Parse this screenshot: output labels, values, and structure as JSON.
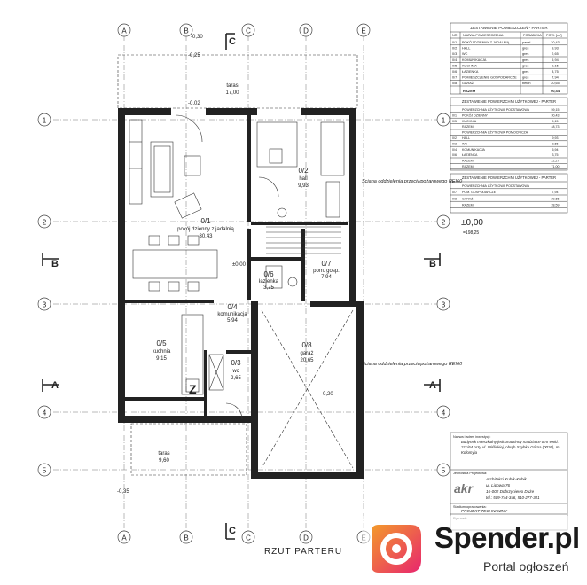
{
  "drawing": {
    "title": "RZUT PARTERU",
    "axes_letters": [
      "A",
      "B",
      "C",
      "D",
      "E"
    ],
    "axes_numbers": [
      "1",
      "2",
      "3",
      "4",
      "5"
    ],
    "section_marks": [
      "A",
      "B",
      "C"
    ],
    "rooms": [
      {
        "id": "0/1",
        "name": "pokój dzienny z jadalnią",
        "area": "30,43"
      },
      {
        "id": "0/2",
        "name": "hall",
        "area": "9,93"
      },
      {
        "id": "0/3",
        "name": "wc",
        "area": "2,65"
      },
      {
        "id": "0/4",
        "name": "komunikacja",
        "area": "5,94"
      },
      {
        "id": "0/5",
        "name": "kuchnia",
        "area": "9,15"
      },
      {
        "id": "0/6",
        "name": "łazienka",
        "area": "3,75"
      },
      {
        "id": "0/7",
        "name": "pom. gosp.",
        "area": "7,94"
      },
      {
        "id": "0/8",
        "name": "garaż",
        "area": "20,65"
      },
      {
        "id": "",
        "name": "taras",
        "area": "17,00"
      },
      {
        "id": "",
        "name": "taras",
        "area": "9,60"
      }
    ],
    "wall_notes": [
      "Ściana oddzielenia przeciwpożarowego REI60",
      "Ściana oddzielenia przeciwpożarowego REI60"
    ],
    "level_marks": [
      "-0,30",
      "-0,25",
      "±0,00",
      "-0,02",
      "-0,20",
      "-0,35"
    ],
    "level_main": "±0,00",
    "level_abs": "=198,25"
  },
  "room_table": {
    "title": "ZESTAWIENIE POMIESZCZEŃ - PARTER",
    "headers": [
      "NR",
      "NAZWA POMIESZCZENIA",
      "POSADZKA",
      "POW. [m²]"
    ],
    "rows": [
      [
        "0/1",
        "POKÓJ DZIENNY Z JADALNIĄ",
        "panel",
        "30,43"
      ],
      [
        "0/2",
        "HALL",
        "gres",
        "9,93"
      ],
      [
        "0/3",
        "WC",
        "gres",
        "2,65"
      ],
      [
        "0/4",
        "KOMUNIKACJA",
        "gres",
        "5,94"
      ],
      [
        "0/5",
        "KUCHNIA",
        "gres",
        "9,15"
      ],
      [
        "0/6",
        "ŁAZIENKA",
        "gres",
        "3,75"
      ],
      [
        "0/7",
        "POMIESZCZENIE GOSPODARCZE",
        "gres",
        "7,94"
      ],
      [
        "0/8",
        "GARAŻ",
        "beton",
        "20,65"
      ]
    ],
    "total_label": "RAZEM",
    "total": "90,44",
    "sub_title": "ZESTAWIENIE POWIERZCHNI UŻYTKOWEJ - PARTER",
    "sub_rows": [
      [
        "",
        "POWIERZCHNIA UŻYTKOWA PODSTAWOWA",
        "",
        "59,15"
      ],
      [
        "0/1",
        "POKÓJ DZIENNY",
        "",
        "30,43"
      ],
      [
        "0/5",
        "KUCHNIA",
        "",
        "9,15"
      ],
      [
        "",
        "RAZEM",
        "",
        "48,73"
      ],
      [
        "",
        "POWIERZCHNIA UŻYTKOWA POMOCNICZA",
        "",
        ""
      ],
      [
        "0/2",
        "HALL",
        "",
        "9,93"
      ],
      [
        "0/3",
        "WC",
        "",
        "2,65"
      ],
      [
        "0/4",
        "KOMUNIKACJA",
        "",
        "5,94"
      ],
      [
        "0/6",
        "ŁAZIENKA",
        "",
        "3,75"
      ],
      [
        "",
        "RAZEM",
        "",
        "22,27"
      ],
      [
        "",
        "RAZEM",
        "",
        "71,00"
      ]
    ],
    "sub2_title": "ZESTAWIENIE POWIERZCHNI UŻYTKOWEJ - PARTER",
    "sub2_rows": [
      [
        "",
        "POWIERZCHNIA UŻYTKOWA PODSTAWOWA",
        "",
        ""
      ],
      [
        "0/7",
        "POM. GOSPODARCZE",
        "",
        "7,94"
      ],
      [
        "0/8",
        "GARAŻ",
        "",
        "20,65"
      ],
      [
        "",
        "RAZEM",
        "",
        "28,59"
      ]
    ]
  },
  "title_block": {
    "label_name": "Nazwa i adres inwestycji:",
    "project_desc": "Budynek mieszkalny jednorodzinny na działce o nr ewid. 211/64 przy ul. Wiślickiej, obręb Szybka Górna (0026), m. Kołomyja",
    "label_designer": "Jednostka Projektowa:",
    "firm": "Architekci Kubik-Kubik",
    "addr1": "ul. Lipowa 76",
    "addr2": "16-002 Dobrzyniewo Duże",
    "phone": "tel.: 509-744-346, 510-277-301",
    "label_stage": "Stadium opracowania:",
    "stage": "PROJEKT TECHNICZNY",
    "label_scale": "Rysunek:"
  },
  "watermark": {
    "brand": "Spender.pl",
    "tagline": "Portal ogłoszeń"
  },
  "colors": {
    "accent_pink": "#e8266e",
    "accent_orange": "#f39a2b",
    "ink": "#222222"
  }
}
